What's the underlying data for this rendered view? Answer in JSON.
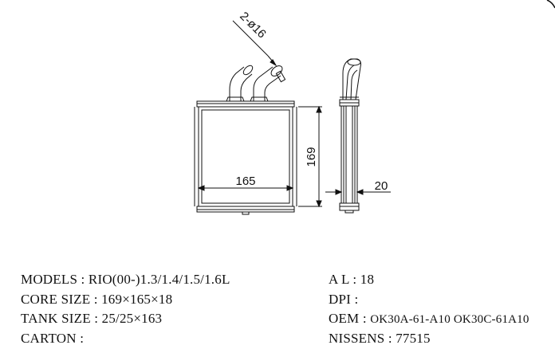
{
  "drawing": {
    "dimensions": {
      "width": "165",
      "height": "169",
      "thickness": "20",
      "pipes": "2-ø16"
    }
  },
  "specs": {
    "models": {
      "label": "MODELS :",
      "value": "RIO(00-)1.3/1.4/1.5/1.6L"
    },
    "core_size": {
      "label": "CORE SIZE :",
      "value": "169×165×18"
    },
    "tank_size": {
      "label": "TANK SIZE :",
      "value": "25/25×163"
    },
    "carton": {
      "label": "CARTON :",
      "value": ""
    },
    "al": {
      "label": "A L :",
      "value": "18"
    },
    "dpi": {
      "label": "DPI :",
      "value": ""
    },
    "oem": {
      "label": "OEM :",
      "value": "OK30A-61-A10 OK30C-61A10"
    },
    "nissens": {
      "label": "NISSENS :",
      "value": "77515"
    }
  }
}
